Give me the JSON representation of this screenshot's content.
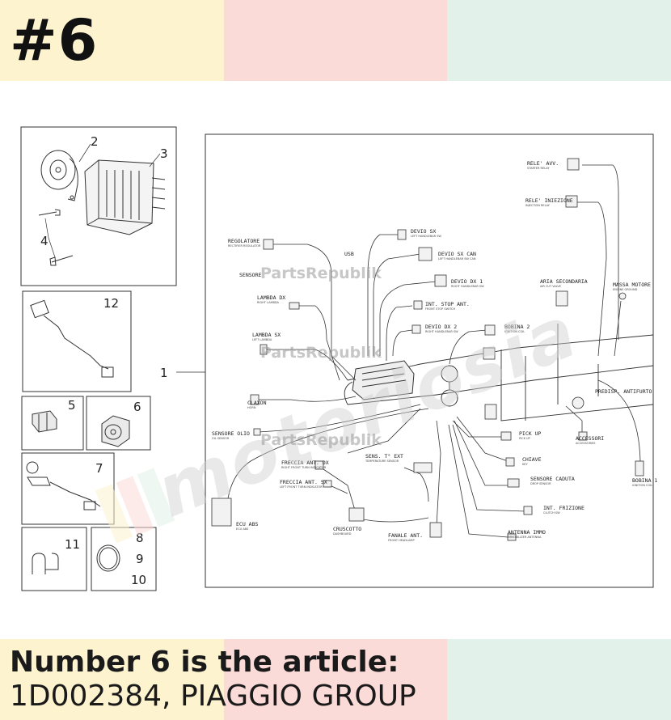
{
  "header": {
    "title": "#6"
  },
  "caption": {
    "heading": "Number 6 is the article:",
    "article": "1D002384, PIAGGIO GROUP"
  },
  "watermark": {
    "site": "PartsRepublik",
    "brand": "motoriosia"
  },
  "colors": {
    "yellow": "#fdf3cf",
    "pink": "#fadbd8",
    "mint": "#e2f1ea",
    "ink": "#222222"
  },
  "parts": {
    "p1": "1",
    "p2": "2",
    "p3": "3",
    "p4": "4",
    "p5": "5",
    "p6": "6",
    "p7": "7",
    "p8": "8",
    "p9": "9",
    "p10": "10",
    "p11": "11",
    "p12": "12"
  },
  "labels": {
    "rele_avv": "RELE' AVV.",
    "rele_avv_en": "STARTER RELAY",
    "rele_iniezione": "RELE' INIEZIONE",
    "rele_iniezione_en": "INJECTION RELAY",
    "regolatore": "REGOLATORE",
    "regolatore_en": "RECTIFIER REGULATOR",
    "usb": "USB",
    "devio_sx": "DEVIO SX",
    "devio_sx_en": "LEFT HANDLEBAR SW",
    "devio_sx_can": "DEVIO SX CAN",
    "devio_sx_can_en": "LEFT HANDLEBAR SW CAN",
    "sensore": "SENSORE",
    "devio_dx1": "DEVIO DX 1",
    "devio_dx1_en": "RIGHT HANDLEBAR SW",
    "int_stop_ant": "INT. STOP ANT.",
    "int_stop_ant_en": "FRONT STOP SWITCH",
    "lambda_dx": "LAMBDA DX",
    "lambda_dx_en": "RIGHT LAMBDA",
    "lambda_sx": "LAMBDA SX",
    "lambda_sx_en": "LEFT LAMBDA",
    "devio_dx2": "DEVIO DX 2",
    "devio_dx2_en": "RIGHT HANDLEBAR SW",
    "bobina2": "BOBINA 2",
    "bobina2_en": "IGNITION COIL",
    "aria_secondaria": "ARIA SECONDARIA",
    "aria_secondaria_en": "AIR CUT VALVE",
    "massa_motore": "MASSA MOTORE",
    "massa_motore_en": "ENGINE GROUND",
    "claxon": "CLAXON",
    "claxon_en": "HORN",
    "sensore_olio": "SENSORE OLIO",
    "sensore_olio_en": "OIL SENSOR",
    "pick_up": "PICK UP",
    "pick_up_en": "PICK UP",
    "accessori": "ACCESSORI",
    "accessori_en": "ACCESSORIES",
    "predisp_antifurto": "PREDISP. ANTIFURTO",
    "chiave": "CHIAVE",
    "chiave_en": "KEY",
    "freccia_ant_dx": "FRECCIA ANT. DX",
    "freccia_ant_dx_en": "RIGHT FRONT TURN INDICATOR",
    "sens_t_ext": "SENS. T° EXT",
    "sens_t_ext_en": "TEMPERATURE SENSOR",
    "sensore_caduta": "SENSORE CADUTA",
    "sensore_caduta_en": "DROP SENSOR",
    "bobina1": "BOBINA 1",
    "bobina1_en": "IGNITION COIL",
    "freccia_ant_sx": "FRECCIA ANT. SX",
    "freccia_ant_sx_en": "LEFT FRONT TURN INDICATOR",
    "int_frizione": "INT. FRIZIONE",
    "int_frizione_en": "CLUTCH SW",
    "ecu_abs": "ECU ABS",
    "ecu_abs_en": "ECU ABS",
    "cruscotto": "CRUSCOTTO",
    "cruscotto_en": "DASHBOARD",
    "fanale_ant": "FANALE ANT.",
    "fanale_ant_en": "FRONT HEADLAMP",
    "antenna_immo": "ANTENNA IMMO",
    "antenna_immo_en": "IMMOBILIZER ANTENNA"
  }
}
